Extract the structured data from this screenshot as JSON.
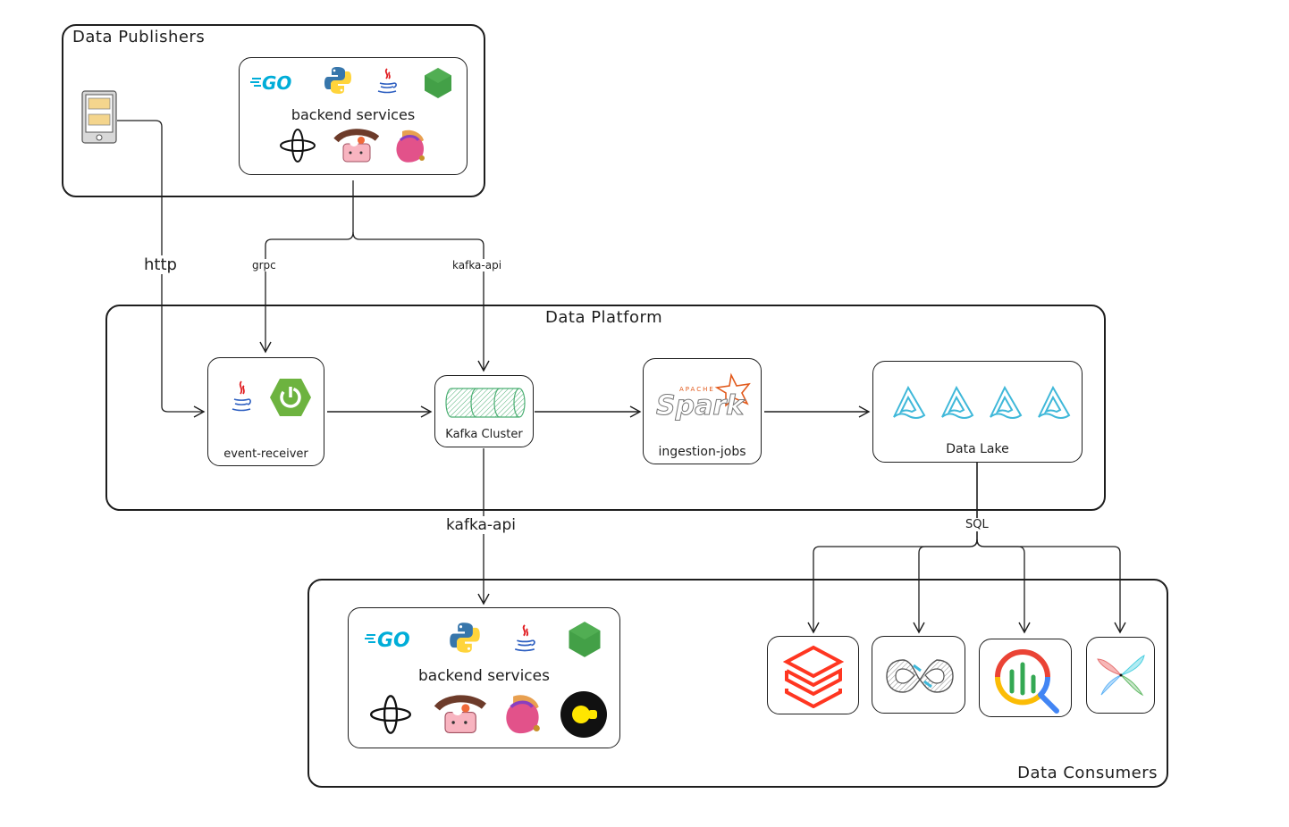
{
  "groups": {
    "publishers": {
      "title": "Data Publishers"
    },
    "platform": {
      "title": "Data Platform"
    },
    "consumers": {
      "title": "Data Consumers"
    }
  },
  "nodes": {
    "publisher_services": {
      "label": "backend services",
      "icons": [
        "go-icon",
        "python-icon",
        "java-icon",
        "nodejs-icon",
        "temporal-icon",
        "bentoml-icon",
        "flink-icon"
      ]
    },
    "mobile_client": {
      "icon": "mobile-device-icon"
    },
    "event_receiver": {
      "label": "event-receiver",
      "icons": [
        "java-icon",
        "spring-boot-icon"
      ]
    },
    "kafka_cluster": {
      "label": "Kafka Cluster",
      "icons": [
        "kafka-cylinder-icon"
      ]
    },
    "ingestion_jobs": {
      "label": "ingestion-jobs",
      "icons": [
        "apache-spark-icon"
      ],
      "logo_small_text": "APACHE",
      "logo_text": "Spark"
    },
    "data_lake": {
      "label": "Data Lake",
      "icons": [
        "delta-lake-icon",
        "delta-lake-icon",
        "delta-lake-icon",
        "delta-lake-icon"
      ]
    },
    "consumer_services": {
      "label": "backend services",
      "icons": [
        "go-icon",
        "python-icon",
        "java-icon",
        "nodejs-icon",
        "temporal-icon",
        "bentoml-icon",
        "flink-icon",
        "cockroach-dot-icon"
      ]
    },
    "sql_consumers": [
      {
        "name": "databricks",
        "icon": "databricks-icon"
      },
      {
        "name": "infinity",
        "icon": "infinity-icon"
      },
      {
        "name": "bigquery",
        "icon": "bigquery-icon"
      },
      {
        "name": "airflow",
        "icon": "airflow-icon"
      }
    ]
  },
  "edges": {
    "http": "http",
    "grpc": "grpc",
    "kafka_api_in": "kafka-api",
    "kafka_api_out": "kafka-api",
    "sql": "SQL"
  },
  "icon_text": {
    "go": "GO"
  },
  "colors": {
    "stroke": "#1e1e1e",
    "go": "#00add8",
    "python_blue": "#3776ab",
    "python_yellow": "#ffd43b",
    "java_red": "#e11e22",
    "java_blue": "#2c5ec0",
    "node_green": "#43a047",
    "spring_green": "#6db33f",
    "kafka_green": "#4caf73",
    "spark_orange": "#e25a1c",
    "delta_cyan": "#3fb8d9",
    "databricks_red": "#ff3621",
    "bigquery_blue": "#4285f4",
    "bigquery_red": "#ea4335",
    "bigquery_yellow": "#fbbc05",
    "bigquery_green": "#34a853"
  }
}
